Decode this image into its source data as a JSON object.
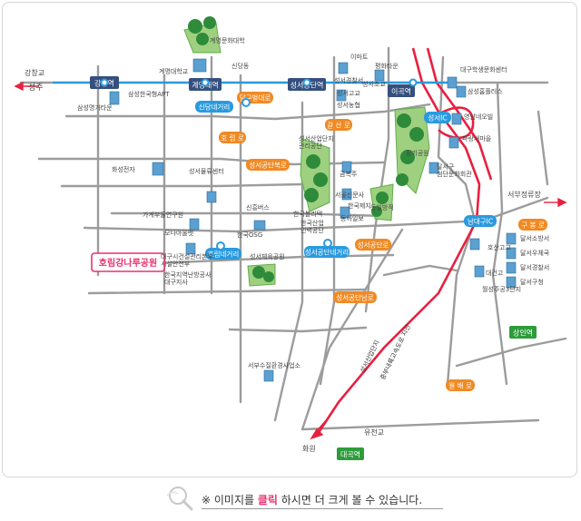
{
  "map": {
    "park_label": "호림강나루공원",
    "place_labels": [
      {
        "id": "gyemyeong-college",
        "text": "계명문화대학"
      },
      {
        "id": "gyemyeong-univ",
        "text": "계명대학교"
      },
      {
        "id": "sindang",
        "text": "신당동"
      },
      {
        "id": "emart",
        "text": "이마트"
      },
      {
        "id": "seongseo-police",
        "text": "성서경찰서"
      },
      {
        "id": "seongseo-elem",
        "text": "성서초교"
      },
      {
        "id": "pyeonghwa",
        "text": "평화타운"
      },
      {
        "id": "daegu-art",
        "text": "대구학생문화센터"
      },
      {
        "id": "seongseo-hs",
        "text": "성서고교"
      },
      {
        "id": "seongseo-farm",
        "text": "성서농협"
      },
      {
        "id": "samsung-apt",
        "text": "삼성한국형APT"
      },
      {
        "id": "samsung-town",
        "text": "삼성명가타운"
      },
      {
        "id": "samsung-plus",
        "text": "삼성홈플러스"
      },
      {
        "id": "youngnam",
        "text": "영남네오빌"
      },
      {
        "id": "pajuk",
        "text": "파랑새마을"
      },
      {
        "id": "jangi-park",
        "text": "장기공원"
      },
      {
        "id": "dalseo-culture",
        "text": "달서구\n첨단문화회관"
      },
      {
        "id": "seongseo-complex-office",
        "text": "성서산업단지\n관리공단"
      },
      {
        "id": "hwaseong",
        "text": "화성전자"
      },
      {
        "id": "seongseo-logistics",
        "text": "성서물류센터"
      },
      {
        "id": "geumbok",
        "text": "금복주"
      },
      {
        "id": "seongseo-news",
        "text": "서울신문사"
      },
      {
        "id": "hanguk-paper",
        "text": "한국제지"
      },
      {
        "id": "dongil",
        "text": "동일방직"
      },
      {
        "id": "hanguk-industry",
        "text": "한국산업\n인력공단"
      },
      {
        "id": "dongil-ilbo",
        "text": "동아일보"
      },
      {
        "id": "hanguk-bilmak",
        "text": "한국볼리텍"
      },
      {
        "id": "gagyebu",
        "text": "가계부물연구원"
      },
      {
        "id": "sinheung",
        "text": "신흥버스"
      },
      {
        "id": "hanguk-osg",
        "text": "한국OSG"
      },
      {
        "id": "model-pole",
        "text": "모다아울렛"
      },
      {
        "id": "daegu-facility",
        "text": "대구시건설관리본부\n시설안전부"
      },
      {
        "id": "hanguk-cyber",
        "text": "한국지역난방공사\n대구지사"
      },
      {
        "id": "seongseo-stadium",
        "text": "성서체육공원"
      },
      {
        "id": "hosan-middle",
        "text": "호산고교"
      },
      {
        "id": "daegeon",
        "text": "대건고"
      },
      {
        "id": "wolseong-3",
        "text": "월성주공3단지"
      },
      {
        "id": "dalseo-fire",
        "text": "달서소방서"
      },
      {
        "id": "dalseo-ward",
        "text": "달서우체국"
      },
      {
        "id": "dalseo-police",
        "text": "달서경찰서"
      },
      {
        "id": "dalseo-gu",
        "text": "달서구청"
      },
      {
        "id": "seobu-office",
        "text": "서부수질환경사업소"
      },
      {
        "id": "yucheon",
        "text": "유천교"
      },
      {
        "id": "hwawon",
        "text": "화원"
      },
      {
        "id": "gangchang",
        "text": "강창교"
      },
      {
        "id": "seongju",
        "text": "성주"
      },
      {
        "id": "seobu-jeongryu",
        "text": "서부정류장"
      },
      {
        "id": "seongseo-ic",
        "text": "성서IC"
      },
      {
        "id": "nambu-ic",
        "text": "남대구IC"
      },
      {
        "id": "sinjang-cross",
        "text": "신당네거리"
      },
      {
        "id": "horim-cross",
        "text": "호림네거리"
      },
      {
        "id": "seongseo-gongdan-cross",
        "text": "성서공단네거리"
      }
    ],
    "station_labels": [
      {
        "id": "gangchang-stn",
        "text": "강창역"
      },
      {
        "id": "gyemyeong-stn",
        "text": "계명대역"
      },
      {
        "id": "seongseo-gongdan-stn",
        "text": "성서공단역"
      },
      {
        "id": "igok-stn",
        "text": "이곡역"
      },
      {
        "id": "sangin-stn",
        "text": "상인역"
      },
      {
        "id": "daegok-stn",
        "text": "대곡역"
      }
    ],
    "road_labels": [
      {
        "id": "dalgubeol-road",
        "text": "달구벌대로"
      },
      {
        "id": "galsan-road",
        "text": "갈 산 로"
      },
      {
        "id": "horim-road",
        "text": "호 림 로"
      },
      {
        "id": "seongseo-gongdanbuk-road",
        "text": "성서공단북로"
      },
      {
        "id": "seongseo-gongdan-road",
        "text": "성서공단로"
      },
      {
        "id": "seongseo-gongdannam-road",
        "text": "성서공단남로"
      },
      {
        "id": "gubong-road",
        "text": "구 봉 로"
      },
      {
        "id": "wolbae-road",
        "text": "월 배 로"
      },
      {
        "id": "seongseo-complex-road",
        "text": "성서산업단지"
      },
      {
        "id": "jungbu-highway",
        "text": "중부내륙고속도로 지선"
      }
    ],
    "colors": {
      "road": "#9c9c9c",
      "highway": "#e8203f",
      "subway": "#2a9adf",
      "label_orange": "#f08a24",
      "park": "#3e9b3a",
      "station_bg": "#35507e"
    }
  },
  "caption": {
    "prefix": "※ 이미지를 ",
    "highlight": "클릭",
    "suffix": " 하시면 더 크게 볼 수 있습니다.",
    "icon": "magnifier-icon"
  }
}
